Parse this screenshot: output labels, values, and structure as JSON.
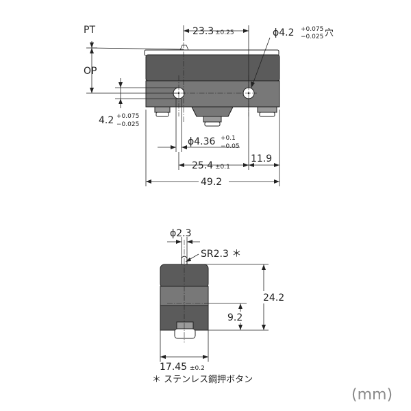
{
  "labels": {
    "pt": "PT",
    "op": "OP",
    "dim_23_3": "23.3",
    "tol_23_3": "±0.25",
    "hole_main": "ϕ4.2",
    "hole_tol_up": "+0.075",
    "hole_tol_dn": "−0.025",
    "hole_suffix": "穴",
    "dim_4_2": "4.2",
    "tol_4_2_up": "+0.075",
    "tol_4_2_dn": "−0.025",
    "dim_4_36": "ϕ4.36",
    "tol_4_36_up": "+0.1",
    "tol_4_36_dn": "−0.05",
    "dim_25_4": "25.4",
    "tol_25_4": "±0.1",
    "dim_11_9": "11.9",
    "dim_49_2": "49.2",
    "dim_2_3": "ϕ2.3",
    "sr": "SR2.3 ＊",
    "dim_24_2": "24.2",
    "dim_9_2": "9.2",
    "dim_17_45": "17.45",
    "tol_17_45": "±0.2",
    "footnote": "＊ ステンレス鋼押ボタン",
    "unit": "(mm)"
  }
}
